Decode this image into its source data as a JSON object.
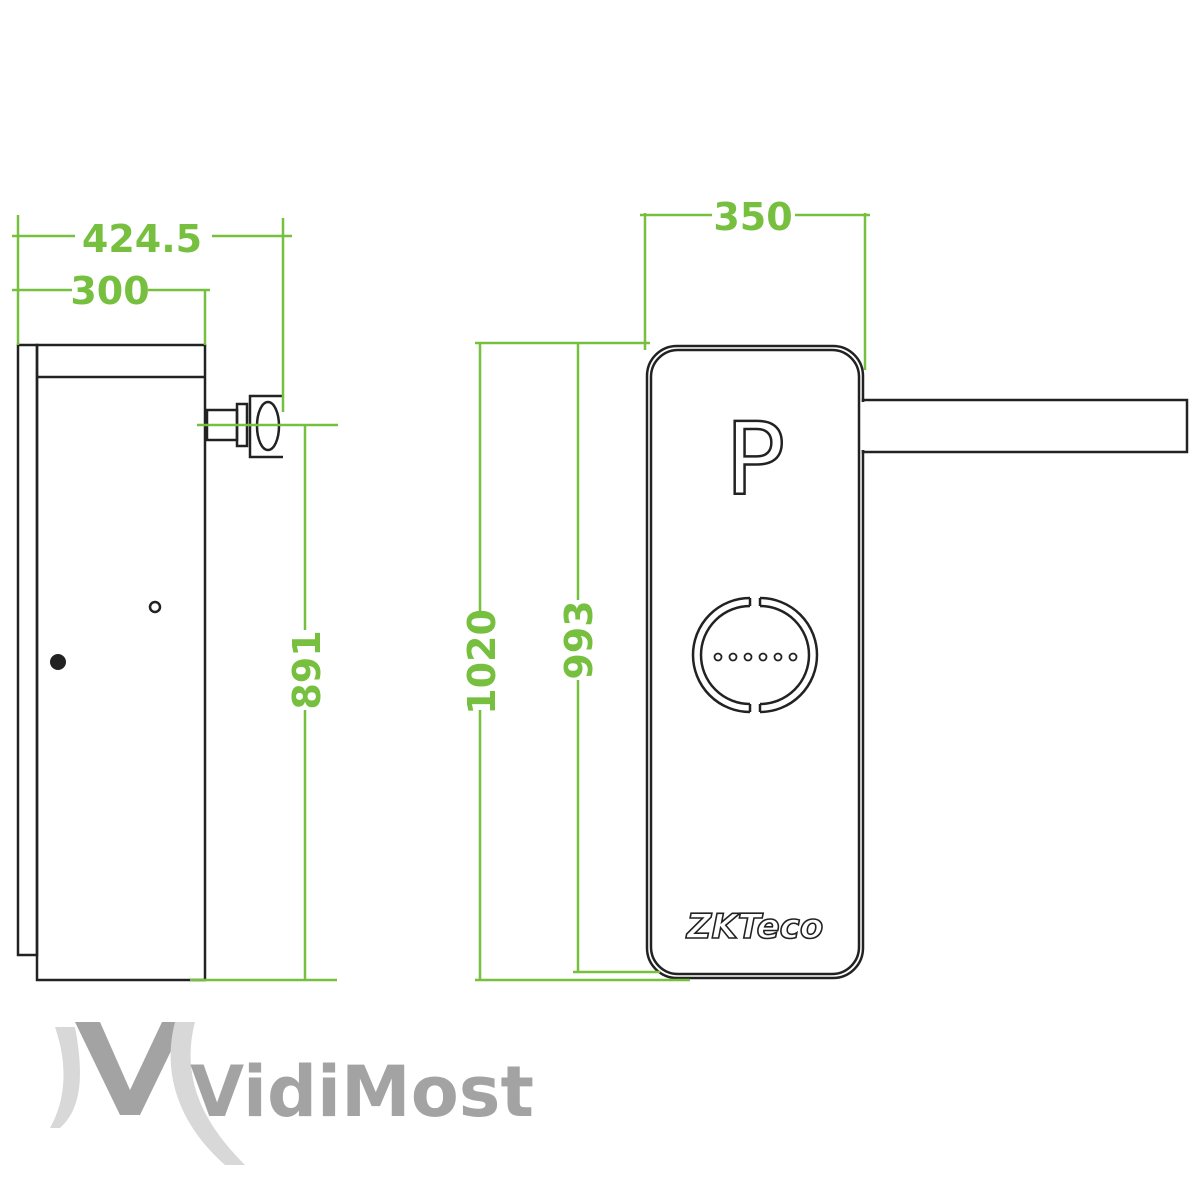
{
  "dimensions": {
    "side_total_depth": "424.5",
    "side_cabinet_depth": "300",
    "side_arm_height": "891",
    "front_total_height": "1020",
    "front_cabinet_height": "993",
    "front_width": "350"
  },
  "front_panel": {
    "parking_sign": "P",
    "brand_logo": "ZKTeco"
  },
  "watermark": {
    "text": "VidiMost"
  },
  "colors": {
    "dimension": "#76bf3f",
    "outline": "#222222",
    "watermark": "#9a9a9a"
  }
}
